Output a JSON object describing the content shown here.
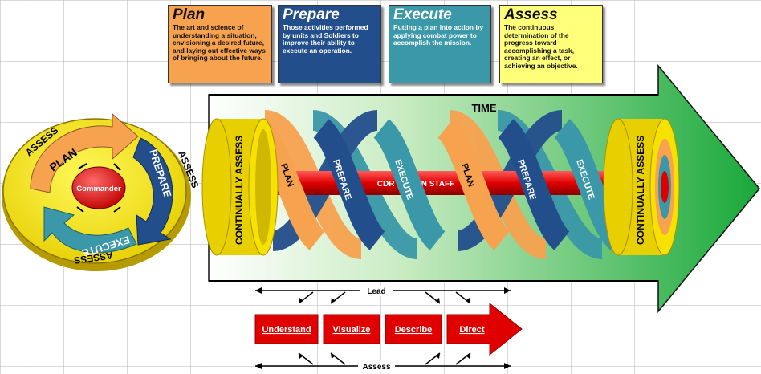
{
  "phases": [
    {
      "title": "Plan",
      "description": "The art and science of understanding a situation, envisioning a desired future, and laying out effective ways of bringing about the future.",
      "color": "#F7A24F"
    },
    {
      "title": "Prepare",
      "description": "Those activities performed by units and Soldiers to improve their ability to execute an operation.",
      "color": "#234E8C"
    },
    {
      "title": "Execute",
      "description": "Putting a plan into action by applying combat power to accomplish the mission.",
      "color": "#3A98A8"
    },
    {
      "title": "Assess",
      "description": "The continuous determination of the progress toward accomplishing a task, creating an effect, or achieving an objective.",
      "color": "#FFFF7A"
    }
  ],
  "cycle": {
    "center": "Commander",
    "plan": "PLAN",
    "prepare": "PREPARE",
    "execute": "EXECUTE",
    "assess": "ASSESS"
  },
  "timeline": {
    "time_label": "TIME",
    "continually_assess": "CONTINUALLY ASSESS",
    "rod_label": "CDR DRIVEN STAFF",
    "helix_labels": [
      "PLAN",
      "PREPARE",
      "EXECUTE",
      "PLAN",
      "PREPARE",
      "EXECUTE"
    ]
  },
  "leadership": {
    "lead": "Lead",
    "assess": "Assess",
    "steps": [
      "Understand",
      "Visualize",
      "Describe",
      "Direct"
    ]
  }
}
